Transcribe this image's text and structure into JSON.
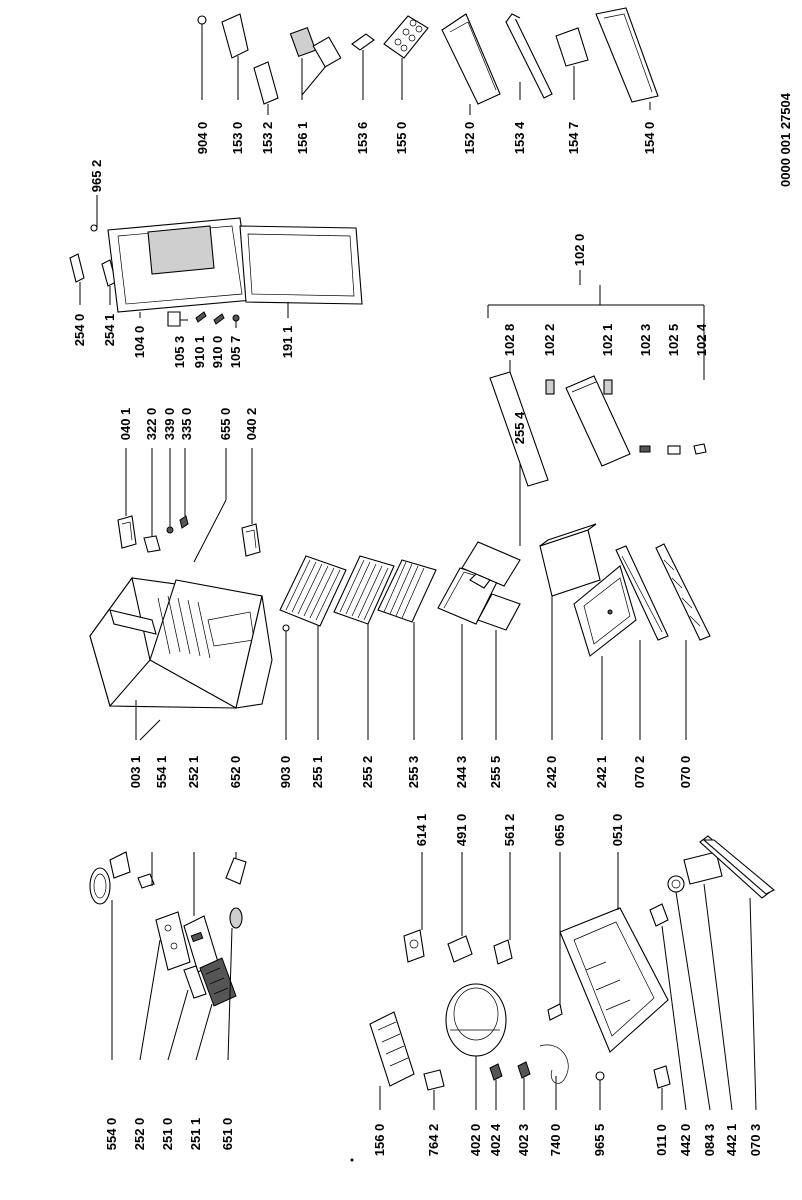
{
  "document_number": "0000 001 27504",
  "labels": {
    "l904_0": "904 0",
    "l153_0": "153 0",
    "l153_2": "153 2",
    "l156_1": "156 1",
    "l153_6": "153 6",
    "l155_0": "155 0",
    "l152_0": "152 0",
    "l153_4": "153 4",
    "l154_7": "154 7",
    "l154_0": "154 0",
    "l965_2a": "965 2",
    "l254_0": "254 0",
    "l254_1": "254 1",
    "l104_0": "104 0",
    "l105_3": "105 3",
    "l910_1": "910 1",
    "l910_0": "910 0",
    "l105_7": "105 7",
    "l191_1": "191 1",
    "l040_1": "040 1",
    "l322_0": "322 0",
    "l339_0": "339 0",
    "l335_0": "335 0",
    "l655_0": "655 0",
    "l040_2": "040 2",
    "l102_0": "102 0",
    "l102_8": "102 8",
    "l102_2": "102 2",
    "l102_1": "102 1",
    "l102_3": "102 3",
    "l102_5": "102 5",
    "l102_4": "102 4",
    "l255_4": "255 4",
    "l003_1": "003 1",
    "l554_1": "554 1",
    "l252_1": "252 1",
    "l652_0": "652 0",
    "l903_0": "903 0",
    "l255_1": "255 1",
    "l255_2": "255 2",
    "l255_3": "255 3",
    "l244_3": "244 3",
    "l255_5": "255 5",
    "l242_0": "242 0",
    "l242_1": "242 1",
    "l070_2": "070 2",
    "l070_0": "070 0",
    "l554_0": "554 0",
    "l252_0": "252 0",
    "l251_0": "251 0",
    "l251_1": "251 1",
    "l651_0": "651 0",
    "l614_1": "614 1",
    "l491_0": "491 0",
    "l561_2": "561 2",
    "l065_0": "065 0",
    "l051_0": "051 0",
    "l156_0": "156 0",
    "l764_2": "764 2",
    "l402_0": "402 0",
    "l402_4": "402 4",
    "l402_3": "402 3",
    "l740_0": "740 0",
    "l965_5": "965 5",
    "l011_0": "011 0",
    "l442_0": "442 0",
    "l084_3": "084 3",
    "l442_1": "442 1",
    "l070_3": "070 3"
  }
}
